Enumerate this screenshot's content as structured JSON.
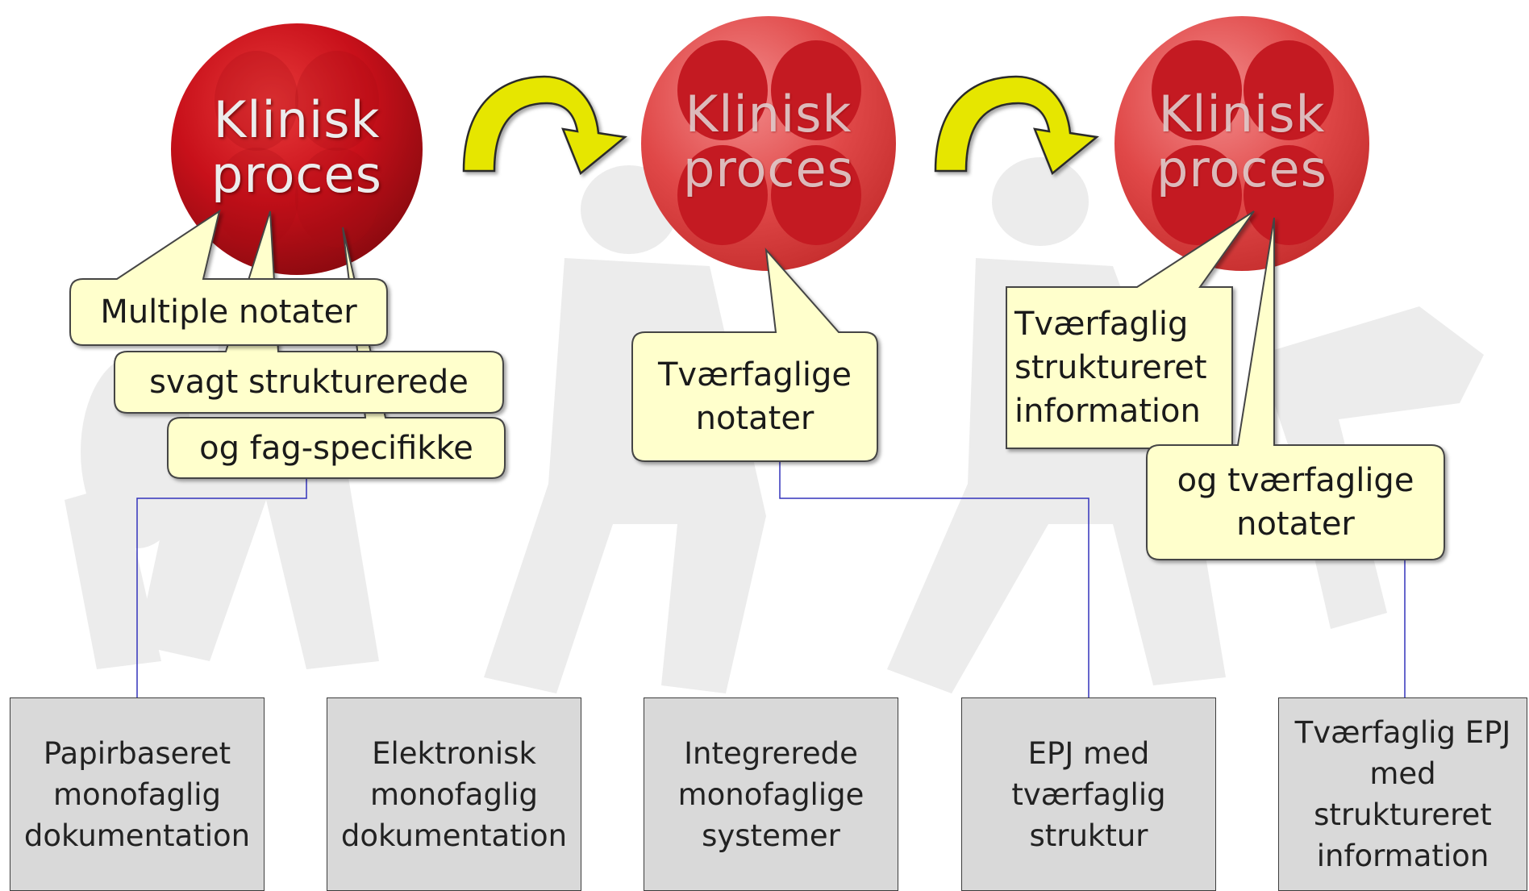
{
  "circles": [
    {
      "label": "Klinisk\nproces"
    },
    {
      "label": "Klinisk\nproces"
    },
    {
      "label": "Klinisk\nproces"
    }
  ],
  "callouts": [
    {
      "text": "Multiple notater"
    },
    {
      "text": "svagt strukturerede"
    },
    {
      "text": "og fag-specifikke"
    },
    {
      "text": "Tværfaglige\nnotater"
    },
    {
      "text": "Tværfaglig\nstruktureret\ninformation"
    },
    {
      "text": "og tværfaglige\nnotater"
    }
  ],
  "stages": [
    {
      "label": "Papirbaseret\nmonofaglig\ndokumentation"
    },
    {
      "label": "Elektronisk\nmonofaglig\ndokumentation"
    },
    {
      "label": "Integrerede\nmonofaglige\nsystemer"
    },
    {
      "label": "EPJ med\ntværfaglig\nstruktur"
    },
    {
      "label": "Tværfaglig EPJ\nmed\nstruktureret\ninformation"
    }
  ],
  "colors": {
    "circle_red": "#c8101a",
    "callout_fill": "#ffffcc",
    "arrow_fill": "#e6e600",
    "box_fill": "#d9d9d9",
    "connector": "#3333bb"
  }
}
